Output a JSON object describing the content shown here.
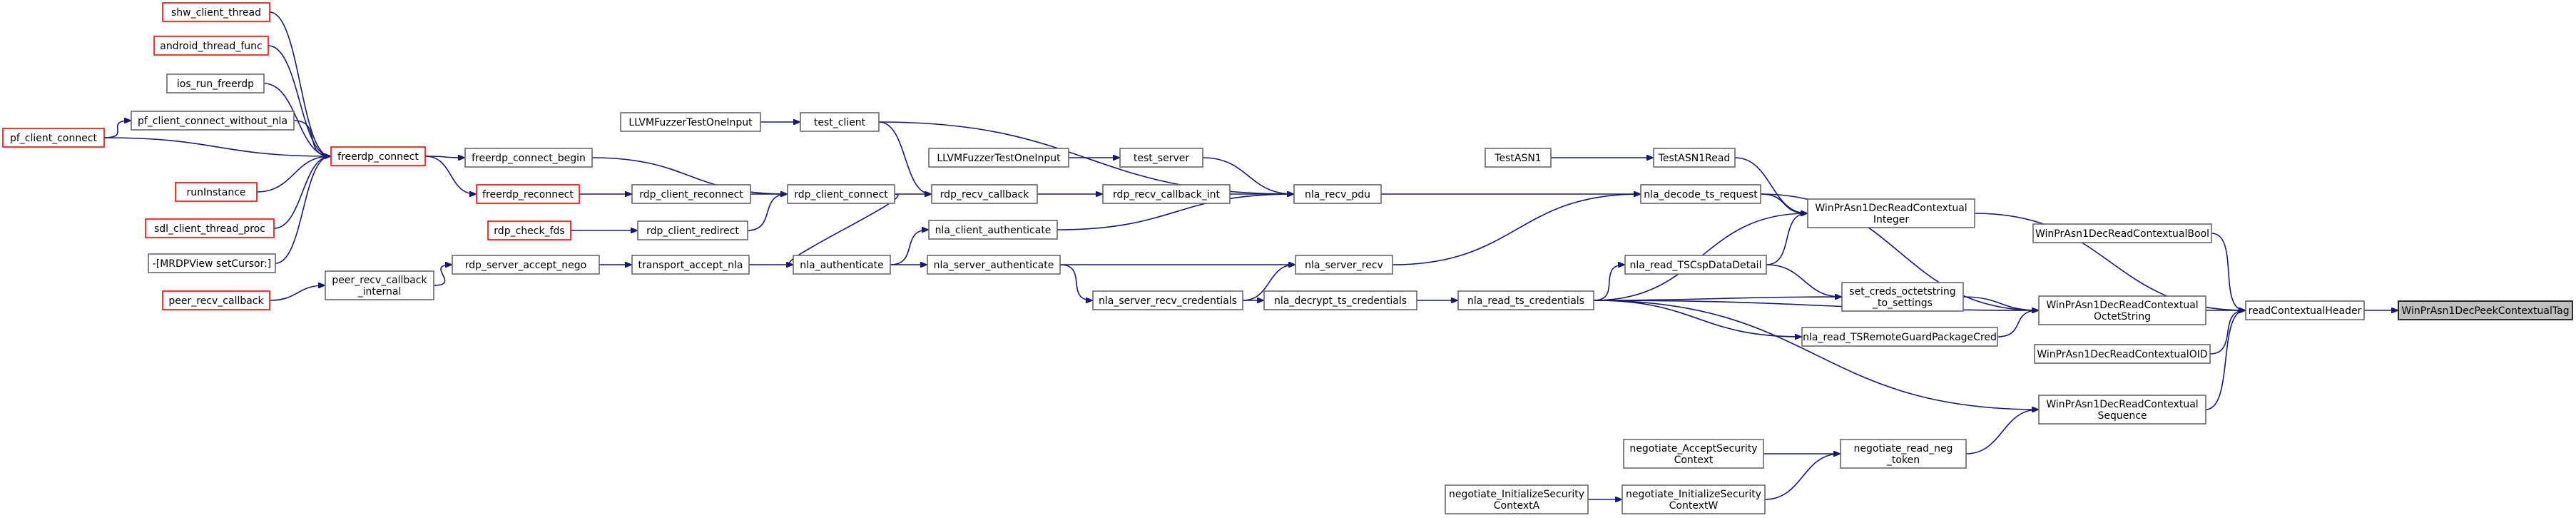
{
  "graph": {
    "title": "",
    "nodes": [
      {
        "id": "shw_client_thread",
        "lines": [
          "shw_client_thread"
        ],
        "style": "red"
      },
      {
        "id": "android_thread_func",
        "lines": [
          "android_thread_func"
        ],
        "style": "red"
      },
      {
        "id": "ios_run_freerdp",
        "lines": [
          "ios_run_freerdp"
        ],
        "style": "normal"
      },
      {
        "id": "pf_client_connect",
        "lines": [
          "pf_client_connect"
        ],
        "style": "red"
      },
      {
        "id": "pf_client_connect_without_nla",
        "lines": [
          "pf_client_connect_without_nla"
        ],
        "style": "normal"
      },
      {
        "id": "runInstance",
        "lines": [
          "runInstance"
        ],
        "style": "red"
      },
      {
        "id": "sdl_client_thread_proc",
        "lines": [
          "sdl_client_thread_proc"
        ],
        "style": "red"
      },
      {
        "id": "mrdpview_setcursor",
        "lines": [
          "-[MRDPView setCursor:]"
        ],
        "style": "normal"
      },
      {
        "id": "peer_recv_callback",
        "lines": [
          "peer_recv_callback"
        ],
        "style": "red"
      },
      {
        "id": "freerdp_connect",
        "lines": [
          "freerdp_connect"
        ],
        "style": "red"
      },
      {
        "id": "peer_recv_callback_internal",
        "lines": [
          "peer_recv_callback",
          "_internal"
        ],
        "style": "normal"
      },
      {
        "id": "freerdp_connect_begin",
        "lines": [
          "freerdp_connect_begin"
        ],
        "style": "normal"
      },
      {
        "id": "freerdp_reconnect",
        "lines": [
          "freerdp_reconnect"
        ],
        "style": "red"
      },
      {
        "id": "rdp_check_fds",
        "lines": [
          "rdp_check_fds"
        ],
        "style": "red"
      },
      {
        "id": "rdp_server_accept_nego",
        "lines": [
          "rdp_server_accept_nego"
        ],
        "style": "normal"
      },
      {
        "id": "llvmfuzzer_testoneinput_1",
        "lines": [
          "LLVMFuzzerTestOneInput"
        ],
        "style": "normal"
      },
      {
        "id": "rdp_client_reconnect",
        "lines": [
          "rdp_client_reconnect"
        ],
        "style": "normal"
      },
      {
        "id": "rdp_client_redirect",
        "lines": [
          "rdp_client_redirect"
        ],
        "style": "normal"
      },
      {
        "id": "transport_accept_nla",
        "lines": [
          "transport_accept_nla"
        ],
        "style": "normal"
      },
      {
        "id": "test_client",
        "lines": [
          "test_client"
        ],
        "style": "normal"
      },
      {
        "id": "rdp_client_connect",
        "lines": [
          "rdp_client_connect"
        ],
        "style": "normal"
      },
      {
        "id": "nla_authenticate",
        "lines": [
          "nla_authenticate"
        ],
        "style": "normal"
      },
      {
        "id": "llvmfuzzer_testoneinput_2",
        "lines": [
          "LLVMFuzzerTestOneInput"
        ],
        "style": "normal"
      },
      {
        "id": "rdp_recv_callback",
        "lines": [
          "rdp_recv_callback"
        ],
        "style": "normal"
      },
      {
        "id": "nla_client_authenticate",
        "lines": [
          "nla_client_authenticate"
        ],
        "style": "normal"
      },
      {
        "id": "nla_server_authenticate",
        "lines": [
          "nla_server_authenticate"
        ],
        "style": "normal"
      },
      {
        "id": "test_server",
        "lines": [
          "test_server"
        ],
        "style": "normal"
      },
      {
        "id": "rdp_recv_callback_int",
        "lines": [
          "rdp_recv_callback_int"
        ],
        "style": "normal"
      },
      {
        "id": "nla_server_recv_credentials",
        "lines": [
          "nla_server_recv_credentials"
        ],
        "style": "normal"
      },
      {
        "id": "nla_recv_pdu",
        "lines": [
          "nla_recv_pdu"
        ],
        "style": "normal"
      },
      {
        "id": "nla_server_recv",
        "lines": [
          "nla_server_recv"
        ],
        "style": "normal"
      },
      {
        "id": "nla_decrypt_ts_credentials",
        "lines": [
          "nla_decrypt_ts_credentials"
        ],
        "style": "normal"
      },
      {
        "id": "nla_read_ts_credentials",
        "lines": [
          "nla_read_ts_credentials"
        ],
        "style": "normal"
      },
      {
        "id": "testasn1",
        "lines": [
          "TestASN1"
        ],
        "style": "normal"
      },
      {
        "id": "negotiate_initializesecuritycontexta",
        "lines": [
          "negotiate_InitializeSecurity",
          "ContextA"
        ],
        "style": "normal"
      },
      {
        "id": "testasn1read",
        "lines": [
          "TestASN1Read"
        ],
        "style": "normal"
      },
      {
        "id": "nla_decode_ts_request",
        "lines": [
          "nla_decode_ts_request"
        ],
        "style": "normal"
      },
      {
        "id": "nla_read_tscspdatadetail",
        "lines": [
          "nla_read_TSCspDataDetail"
        ],
        "style": "normal"
      },
      {
        "id": "nla_read_tsremoteguardpackagecred",
        "lines": [
          "nla_read_TSRemoteGuardPackageCred"
        ],
        "style": "normal"
      },
      {
        "id": "negotiate_acceptsecuritycontext",
        "lines": [
          "negotiate_AcceptSecurity",
          "Context"
        ],
        "style": "normal"
      },
      {
        "id": "negotiate_initializesecuritycontextw",
        "lines": [
          "negotiate_InitializeSecurity",
          "ContextW"
        ],
        "style": "normal"
      },
      {
        "id": "set_creds_octetstring_to_settings",
        "lines": [
          "set_creds_octetstring",
          "_to_settings"
        ],
        "style": "normal"
      },
      {
        "id": "negotiate_read_neg_token",
        "lines": [
          "negotiate_read_neg",
          "_token"
        ],
        "style": "normal"
      },
      {
        "id": "winprasn1decreadcontextualinteger",
        "lines": [
          "WinPrAsn1DecReadContextual",
          "Integer"
        ],
        "style": "normal"
      },
      {
        "id": "winprasn1decreadcontextualoctetstring",
        "lines": [
          "WinPrAsn1DecReadContextual",
          "OctetString"
        ],
        "style": "normal"
      },
      {
        "id": "winprasn1decreadcontextualsequence",
        "lines": [
          "WinPrAsn1DecReadContextual",
          "Sequence"
        ],
        "style": "normal"
      },
      {
        "id": "winprasn1decreadcontextualbool",
        "lines": [
          "WinPrAsn1DecReadContextualBool"
        ],
        "style": "normal"
      },
      {
        "id": "winprasn1decreadcontextualoid",
        "lines": [
          "WinPrAsn1DecReadContextualOID"
        ],
        "style": "normal"
      },
      {
        "id": "readcontextualheader",
        "lines": [
          "readContextualHeader"
        ],
        "style": "normal"
      },
      {
        "id": "winprasn1decpeekcontextualtag",
        "lines": [
          "WinPrAsn1DecPeekContextualTag"
        ],
        "style": "gray"
      }
    ],
    "edges": [
      [
        "shw_client_thread",
        "freerdp_connect"
      ],
      [
        "android_thread_func",
        "freerdp_connect"
      ],
      [
        "ios_run_freerdp",
        "freerdp_connect"
      ],
      [
        "pf_client_connect",
        "freerdp_connect"
      ],
      [
        "pf_client_connect",
        "pf_client_connect_without_nla"
      ],
      [
        "pf_client_connect_without_nla",
        "freerdp_connect"
      ],
      [
        "runInstance",
        "freerdp_connect"
      ],
      [
        "sdl_client_thread_proc",
        "freerdp_connect"
      ],
      [
        "mrdpview_setcursor",
        "freerdp_connect"
      ],
      [
        "peer_recv_callback",
        "peer_recv_callback_internal"
      ],
      [
        "freerdp_connect",
        "freerdp_connect_begin"
      ],
      [
        "freerdp_connect",
        "freerdp_reconnect"
      ],
      [
        "peer_recv_callback_internal",
        "rdp_server_accept_nego"
      ],
      [
        "freerdp_connect_begin",
        "rdp_client_connect"
      ],
      [
        "freerdp_reconnect",
        "rdp_client_reconnect"
      ],
      [
        "rdp_check_fds",
        "rdp_client_redirect"
      ],
      [
        "rdp_server_accept_nego",
        "transport_accept_nla"
      ],
      [
        "llvmfuzzer_testoneinput_1",
        "test_client"
      ],
      [
        "rdp_client_reconnect",
        "rdp_client_connect"
      ],
      [
        "rdp_client_redirect",
        "rdp_client_connect"
      ],
      [
        "transport_accept_nla",
        "nla_authenticate"
      ],
      [
        "test_client",
        "rdp_recv_callback"
      ],
      [
        "test_client",
        "nla_recv_pdu"
      ],
      [
        "rdp_client_connect",
        "rdp_recv_callback"
      ],
      [
        "rdp_client_connect",
        "nla_authenticate"
      ],
      [
        "nla_authenticate",
        "nla_client_authenticate"
      ],
      [
        "nla_authenticate",
        "nla_server_authenticate"
      ],
      [
        "llvmfuzzer_testoneinput_2",
        "test_server"
      ],
      [
        "rdp_recv_callback",
        "rdp_recv_callback_int"
      ],
      [
        "nla_client_authenticate",
        "nla_recv_pdu"
      ],
      [
        "nla_server_authenticate",
        "nla_server_recv"
      ],
      [
        "nla_server_authenticate",
        "nla_server_recv_credentials"
      ],
      [
        "test_server",
        "nla_recv_pdu"
      ],
      [
        "rdp_recv_callback_int",
        "nla_recv_pdu"
      ],
      [
        "nla_server_recv_credentials",
        "nla_server_recv"
      ],
      [
        "nla_server_recv_credentials",
        "nla_decrypt_ts_credentials"
      ],
      [
        "nla_recv_pdu",
        "nla_decode_ts_request"
      ],
      [
        "nla_server_recv",
        "nla_decode_ts_request"
      ],
      [
        "nla_decrypt_ts_credentials",
        "nla_read_ts_credentials"
      ],
      [
        "nla_read_ts_credentials",
        "nla_read_tscspdatadetail"
      ],
      [
        "nla_read_ts_credentials",
        "set_creds_octetstring_to_settings"
      ],
      [
        "nla_read_ts_credentials",
        "nla_read_tsremoteguardpackagecred"
      ],
      [
        "nla_read_ts_credentials",
        "winprasn1decreadcontextualinteger"
      ],
      [
        "nla_read_ts_credentials",
        "winprasn1decreadcontextualoctetstring"
      ],
      [
        "nla_read_ts_credentials",
        "winprasn1decreadcontextualsequence"
      ],
      [
        "testasn1",
        "testasn1read"
      ],
      [
        "negotiate_initializesecuritycontexta",
        "negotiate_initializesecuritycontextw"
      ],
      [
        "testasn1read",
        "winprasn1decreadcontextualinteger"
      ],
      [
        "nla_decode_ts_request",
        "winprasn1decreadcontextualinteger"
      ],
      [
        "nla_decode_ts_request",
        "winprasn1decreadcontextualoctetstring"
      ],
      [
        "nla_read_tscspdatadetail",
        "winprasn1decreadcontextualinteger"
      ],
      [
        "nla_read_tscspdatadetail",
        "set_creds_octetstring_to_settings"
      ],
      [
        "nla_read_tsremoteguardpackagecred",
        "winprasn1decreadcontextualoctetstring"
      ],
      [
        "negotiate_acceptsecuritycontext",
        "negotiate_read_neg_token"
      ],
      [
        "negotiate_initializesecuritycontextw",
        "negotiate_read_neg_token"
      ],
      [
        "set_creds_octetstring_to_settings",
        "winprasn1decreadcontextualoctetstring"
      ],
      [
        "negotiate_read_neg_token",
        "winprasn1decreadcontextualsequence"
      ],
      [
        "winprasn1decreadcontextualinteger",
        "readcontextualheader"
      ],
      [
        "winprasn1decreadcontextualoctetstring",
        "readcontextualheader"
      ],
      [
        "winprasn1decreadcontextualsequence",
        "readcontextualheader"
      ],
      [
        "winprasn1decreadcontextualbool",
        "readcontextualheader"
      ],
      [
        "winprasn1decreadcontextualoid",
        "readcontextualheader"
      ],
      [
        "readcontextualheader",
        "winprasn1decpeekcontextualtag"
      ]
    ]
  }
}
